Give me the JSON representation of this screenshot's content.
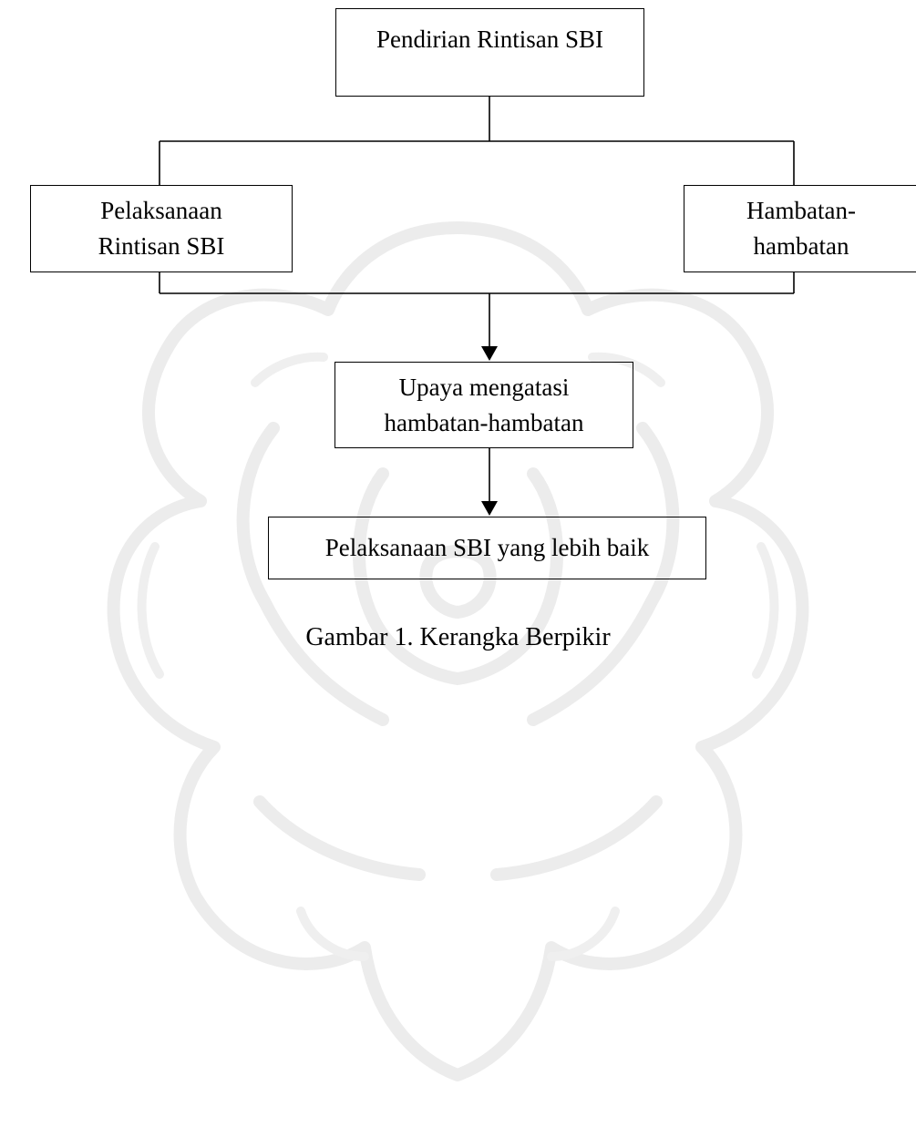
{
  "diagram": {
    "nodes": {
      "root": {
        "label": "Pendirian Rintisan SBI"
      },
      "left": {
        "label": "Pelaksanaan\nRintisan SBI"
      },
      "right": {
        "label": "Hambatan-\nhambatan"
      },
      "middle": {
        "label": "Upaya mengatasi\nhambatan-hambatan"
      },
      "bottom": {
        "label": "Pelaksanaan SBI yang lebih baik"
      }
    },
    "edges": [
      {
        "from": "root",
        "to": "left",
        "arrow": false
      },
      {
        "from": "root",
        "to": "right",
        "arrow": false
      },
      {
        "from": "left",
        "to": "middle",
        "arrow": true
      },
      {
        "from": "right",
        "to": "middle",
        "arrow": true
      },
      {
        "from": "middle",
        "to": "bottom",
        "arrow": true
      }
    ],
    "line_color": "#000000"
  },
  "caption": "Gambar 1. Kerangka Berpikir",
  "watermark": {
    "color": "#ececec"
  }
}
